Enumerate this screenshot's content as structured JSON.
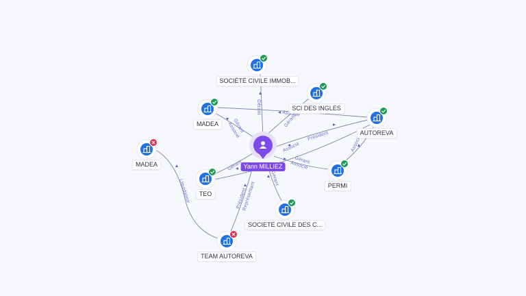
{
  "center": {
    "label": "Yann MILLIEZ",
    "icon": "person-icon",
    "color": "#7c4ae8"
  },
  "nodes": [
    {
      "id": "sci-immob",
      "label": "SOCIÉTÉ CIVILE IMMOB...",
      "status": "active",
      "icon": "company-icon"
    },
    {
      "id": "sci-ingles",
      "label": "SCI DES INGLES",
      "status": "active",
      "icon": "company-icon"
    },
    {
      "id": "madea-1",
      "label": "MADEA",
      "status": "active",
      "icon": "company-icon"
    },
    {
      "id": "autoreva",
      "label": "AUTOREVA",
      "status": "active",
      "icon": "company-icon"
    },
    {
      "id": "madea-2",
      "label": "MADEA",
      "status": "closed",
      "icon": "company-icon"
    },
    {
      "id": "teo",
      "label": "TEO",
      "status": "active",
      "icon": "company-icon"
    },
    {
      "id": "permi",
      "label": "PERMI",
      "status": "active",
      "icon": "company-icon"
    },
    {
      "id": "sc-des-c",
      "label": "SOCIETE CIVILE DES C...",
      "status": "active",
      "icon": "company-icon"
    },
    {
      "id": "team-autoreva",
      "label": "TEAM AUTOREVA",
      "status": "closed",
      "icon": "company-icon"
    }
  ],
  "edges": [
    {
      "id": "e-immob",
      "labels": [
        "Gérant"
      ]
    },
    {
      "id": "e-ingles",
      "labels": [
        "Gérante"
      ]
    },
    {
      "id": "e-madea1",
      "labels": [
        "Gérant",
        "Associé"
      ]
    },
    {
      "id": "e-autoreva",
      "labels": [
        "Président"
      ]
    },
    {
      "id": "e-madea-autoreva",
      "labels": [
        "Associé"
      ]
    },
    {
      "id": "e-teo",
      "labels": [
        "Gérant"
      ]
    },
    {
      "id": "e-permi",
      "labels": [
        "Gérant",
        "Associé"
      ]
    },
    {
      "id": "e-scdesc",
      "labels": [
        "Gérant"
      ]
    },
    {
      "id": "e-team",
      "labels": [
        "Président",
        "Représentant"
      ]
    },
    {
      "id": "e-liquid",
      "labels": [
        "Liquidateur"
      ]
    },
    {
      "id": "e-assoc-permi",
      "labels": [
        "Associé"
      ]
    },
    {
      "id": "e-assoc-center",
      "labels": [
        "Associé"
      ]
    }
  ],
  "colors": {
    "company": "#1f6fe5",
    "active": "#1e9a55",
    "closed": "#e0304f",
    "edge_label": "#6b72c9"
  }
}
